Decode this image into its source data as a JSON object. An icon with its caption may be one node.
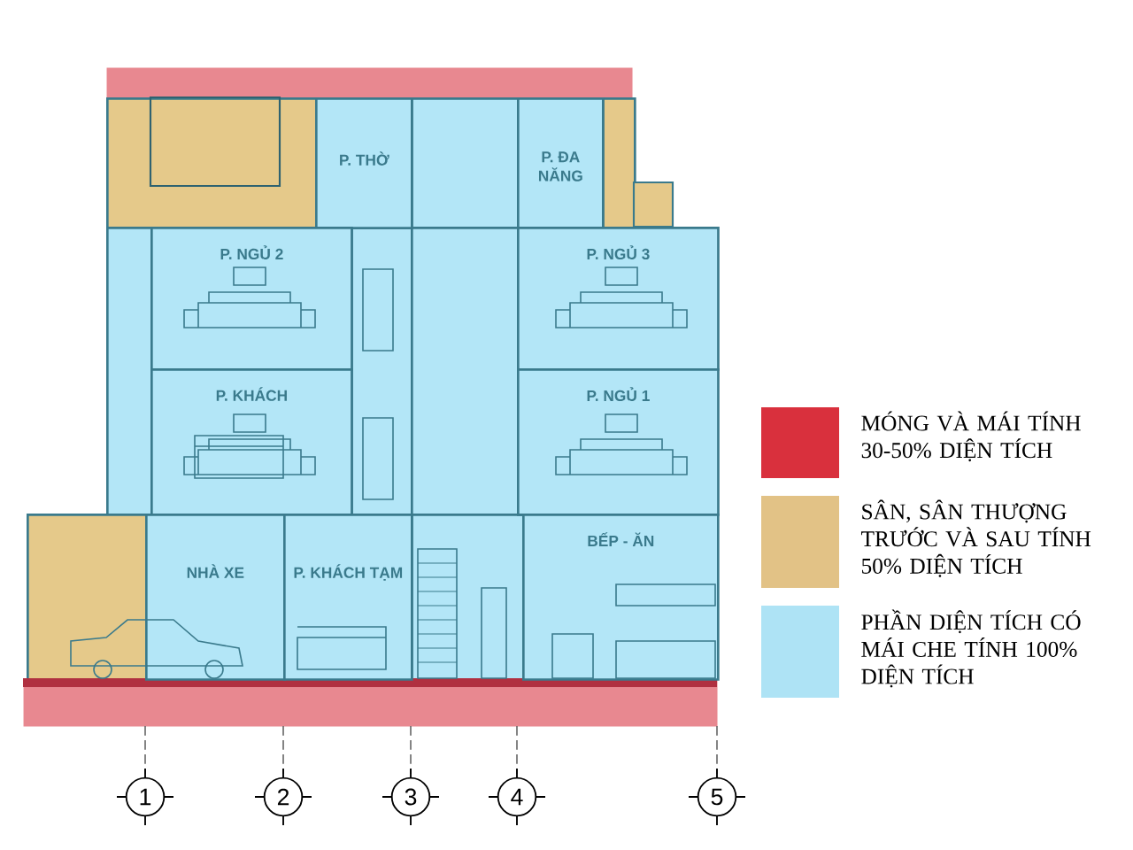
{
  "diagram": {
    "nodes": [
      {
        "text": [
          "P. THỜ"
        ]
      },
      {
        "text": [
          "P. ĐA NĂNG"
        ]
      },
      {
        "text": [
          "P. NGỦ 2"
        ]
      },
      {
        "text": [
          "P. NGỦ 3"
        ]
      },
      {
        "text": [
          "P. KHÁCH"
        ]
      },
      {
        "text": [
          "P. NGỦ 1"
        ]
      },
      {
        "text": [
          "NHÀ XE"
        ]
      },
      {
        "text": [
          "P. KHÁCH TẠM"
        ]
      },
      {
        "text": [
          "BẾP - ĂN"
        ]
      },
      {
        "text": [
          "1"
        ]
      },
      {
        "text": [
          "2"
        ]
      },
      {
        "text": [
          "3"
        ]
      },
      {
        "text": [
          "4"
        ]
      },
      {
        "text": [
          "5"
        ]
      },
      {
        "text": [],
        "shape": "bar"
      },
      {
        "text": [],
        "shape": "box"
      },
      {
        "text": [],
        "shape": "box"
      },
      {
        "text": [],
        "shape": "box"
      },
      {
        "text": [],
        "shape": "box"
      },
      {
        "text": [],
        "shape": "box"
      },
      {
        "text": [],
        "shape": "box"
      },
      {
        "text": [],
        "shape": "box"
      },
      {
        "text": [],
        "shape": "box"
      },
      {
        "text": [],
        "shape": "bar"
      }
    ],
    "edges": [],
    "legend": [
      {
        "text": "MÓNG VÀ MÁI TÍNH 30-50% DIỆN TÍCH",
        "color": "#d9303d"
      },
      {
        "text": "SÂN, SÂN THƯỢNG TRƯỚC VÀ SAU TÍNH 50% DIỆN TÍCH",
        "color": "#e2c286"
      },
      {
        "text": "PHẦN DIỆN TÍCH CÓ MÁI CHE TÍNH 100% DIỆN TÍCH",
        "color": "#aee3f5"
      }
    ]
  }
}
